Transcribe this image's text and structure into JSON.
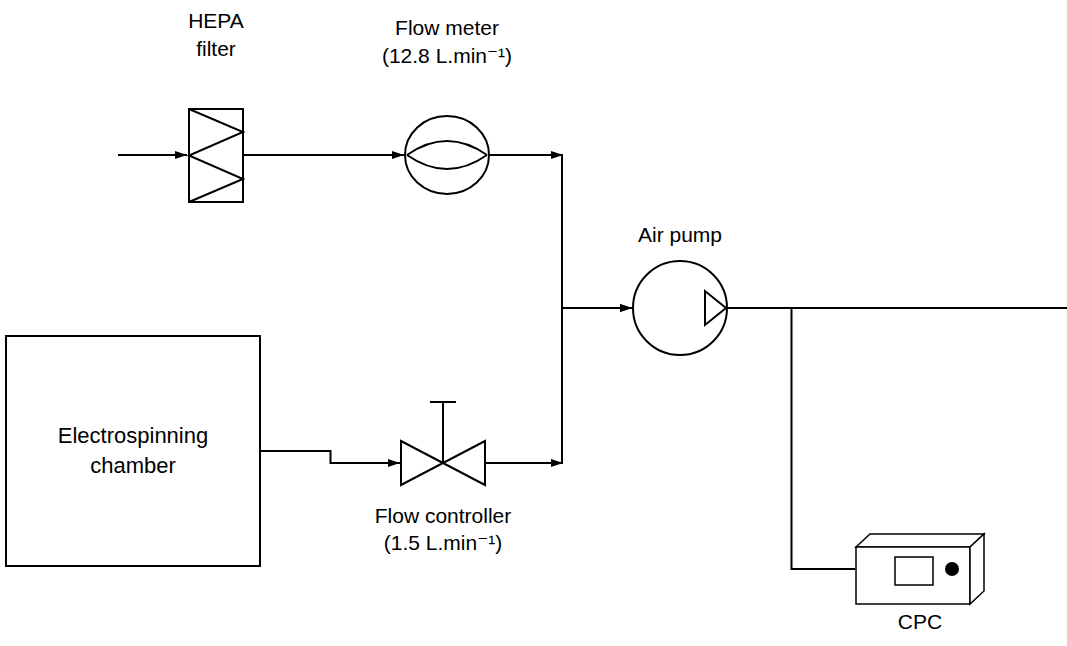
{
  "diagram": {
    "nodes": [
      {
        "text": [
          "HEPA filter"
        ]
      },
      {
        "text": [
          "Flow meter (12.8 L.min⁻¹)"
        ]
      },
      {
        "text": [
          "Air pump"
        ]
      },
      {
        "text": [
          "Electrospinning chamber"
        ]
      },
      {
        "text": [
          "Flow controller (1.5 L.min⁻¹)"
        ]
      },
      {
        "text": [
          "CPC"
        ]
      }
    ],
    "edges": [
      {
        "from": 0,
        "to": 1,
        "arrow": "to"
      },
      {
        "from": 1,
        "to": 2,
        "arrow": "to"
      },
      {
        "from": 3,
        "to": 4,
        "arrow": "to"
      },
      {
        "from": 4,
        "to": 2,
        "arrow": "to"
      },
      {
        "from": 2,
        "to": 5,
        "arrow": "none"
      }
    ]
  }
}
